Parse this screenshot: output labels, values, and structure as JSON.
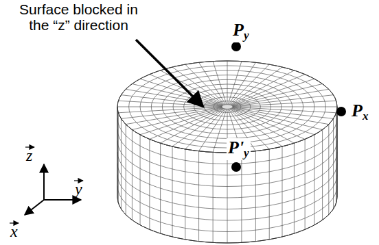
{
  "diagram": {
    "labels": [
      "Surface blocked in the “z” direction",
      "Py",
      "Px",
      "P'y",
      "z",
      "y",
      "x"
    ]
  }
}
